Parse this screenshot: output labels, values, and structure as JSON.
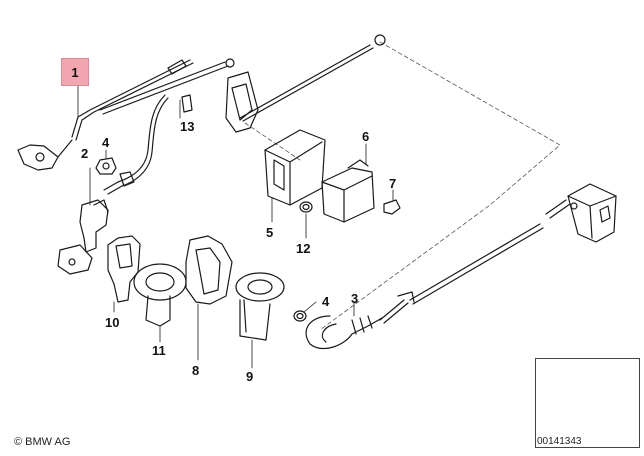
{
  "labels": {
    "l1": "1",
    "l2": "2",
    "l3": "3",
    "l4a": "4",
    "l4b": "4",
    "l5": "5",
    "l6": "6",
    "l7": "7",
    "l8": "8",
    "l9": "9",
    "l10": "10",
    "l11": "11",
    "l12": "12",
    "l13": "13"
  },
  "footer": {
    "copyright": "© BMW AG",
    "doc_number": "00141343"
  },
  "colors": {
    "callout_highlight": "#f2a6b0",
    "line": "#1a1a1a"
  }
}
